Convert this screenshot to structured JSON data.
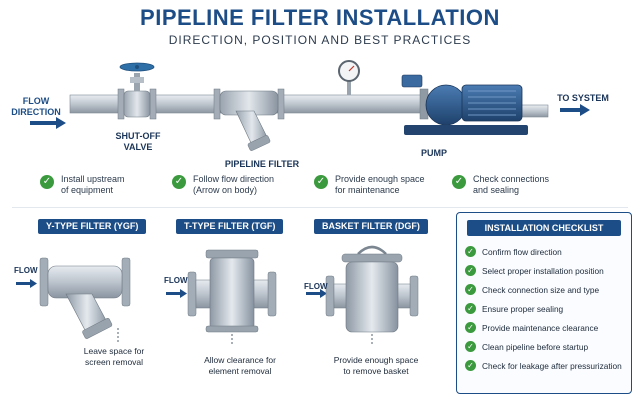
{
  "header": {
    "title": "PIPELINE FILTER INSTALLATION",
    "subtitle": "DIRECTION, POSITION AND BEST PRACTICES"
  },
  "pipeline": {
    "flow_direction": "FLOW\nDIRECTION",
    "shutoff_valve": "SHUT-OFF\nVALVE",
    "pipeline_filter": "PIPELINE FILTER",
    "pump": "PUMP",
    "to_system": "TO SYSTEM"
  },
  "checks": [
    {
      "icon": "check-icon",
      "text": "Install upstream\nof equipment"
    },
    {
      "icon": "check-icon",
      "text": "Follow flow direction\n(Arrow on body)"
    },
    {
      "icon": "check-icon",
      "text": "Provide enough space\nfor maintenance"
    },
    {
      "icon": "check-icon",
      "text": "Check connections\nand sealing"
    }
  ],
  "filters": [
    {
      "tag": "Y-TYPE FILTER (YGF)",
      "flow": "FLOW",
      "caption": "Leave space for\nscreen removal"
    },
    {
      "tag": "T-TYPE FILTER (TGF)",
      "flow": "FLOW",
      "caption": "Allow clearance for\nelement removal"
    },
    {
      "tag": "BASKET FILTER (DGF)",
      "flow": "FLOW",
      "caption": "Provide enough space\nto remove basket"
    }
  ],
  "checklist": {
    "title": "INSTALLATION CHECKLIST",
    "items": [
      "Confirm flow direction",
      "Select proper installation position",
      "Check connection size and type",
      "Ensure proper sealing",
      "Provide maintenance clearance",
      "Clean pipeline before startup",
      "Check for leakage after pressurization"
    ]
  },
  "colors": {
    "brand_blue": "#1d4d86",
    "check_green": "#3c9a3e",
    "valve_handle": "#2f6fa8",
    "pump_blue": "#2b5a8f"
  }
}
